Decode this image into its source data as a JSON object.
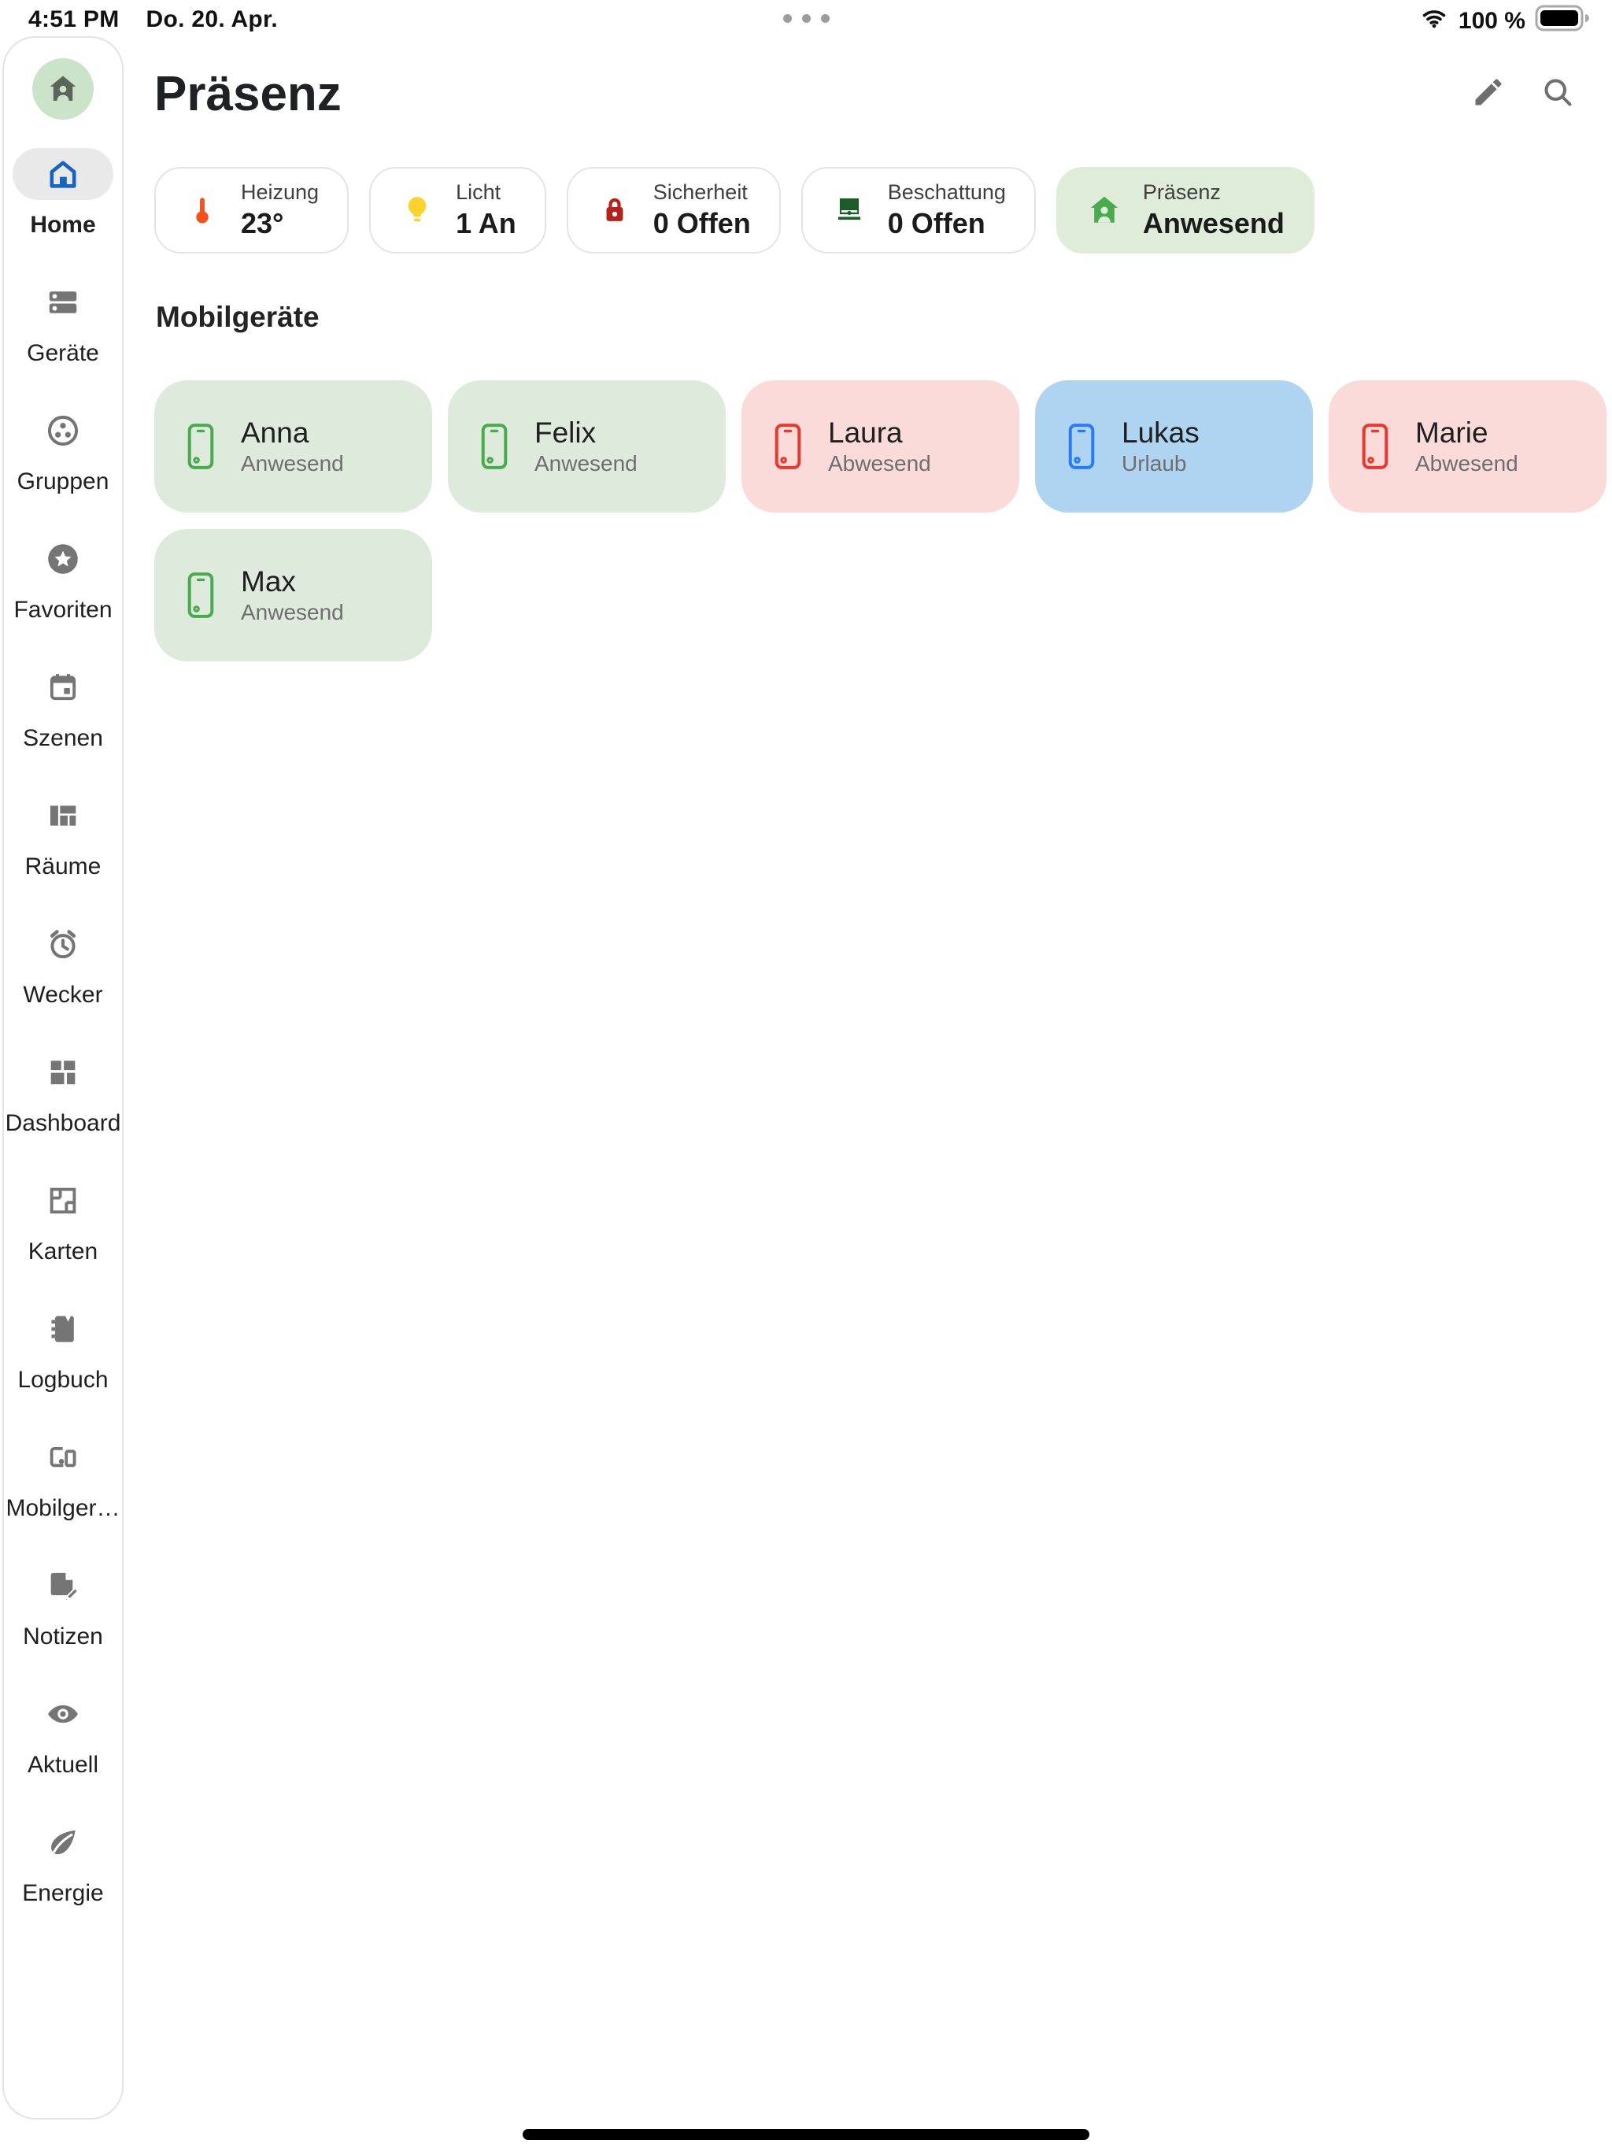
{
  "status_bar": {
    "time": "4:51 PM",
    "date": "Do. 20. Apr.",
    "battery": "100 %",
    "icons": [
      "wifi-icon",
      "battery-icon"
    ],
    "center_icon": "multitask-ellipsis"
  },
  "sidebar": {
    "avatar_icon": "home-person-icon",
    "items": [
      {
        "label": "Home",
        "icon": "home-icon",
        "active": true
      },
      {
        "label": "Geräte",
        "icon": "devices-stack-icon",
        "active": false
      },
      {
        "label": "Gruppen",
        "icon": "groups-circle-icon",
        "active": false
      },
      {
        "label": "Favoriten",
        "icon": "star-circle-icon",
        "active": false
      },
      {
        "label": "Szenen",
        "icon": "calendar-event-icon",
        "active": false
      },
      {
        "label": "Räume",
        "icon": "rooms-quilt-icon",
        "active": false
      },
      {
        "label": "Wecker",
        "icon": "alarm-clock-icon",
        "active": false
      },
      {
        "label": "Dashboard",
        "icon": "dashboard-grid-icon",
        "active": false
      },
      {
        "label": "Karten",
        "icon": "floorplan-icon",
        "active": false
      },
      {
        "label": "Logbuch",
        "icon": "notebook-icon",
        "active": false
      },
      {
        "label": "Mobilger…",
        "icon": "mobile-devices-icon",
        "active": false
      },
      {
        "label": "Notizen",
        "icon": "note-pencil-icon",
        "active": false
      },
      {
        "label": "Aktuell",
        "icon": "eye-icon",
        "active": false
      },
      {
        "label": "Energie",
        "icon": "leaf-icon",
        "active": false
      }
    ]
  },
  "header": {
    "title": "Präsenz",
    "actions": [
      {
        "name": "edit",
        "icon": "pencil-icon"
      },
      {
        "name": "search",
        "icon": "search-icon"
      }
    ]
  },
  "chips": [
    {
      "label": "Heizung",
      "value": "23°",
      "icon": "thermometer-icon",
      "icon_color": "#f4511e",
      "highlighted": false
    },
    {
      "label": "Licht",
      "value": "1 An",
      "icon": "bulb-icon",
      "icon_color": "#fdd22e",
      "highlighted": false
    },
    {
      "label": "Sicherheit",
      "value": "0 Offen",
      "icon": "lock-icon",
      "icon_color": "#b3231c",
      "highlighted": false
    },
    {
      "label": "Beschattung",
      "value": "0 Offen",
      "icon": "shade-icon",
      "icon_color": "#1d5c28",
      "highlighted": false
    },
    {
      "label": "Präsenz",
      "value": "Anwesend",
      "icon": "home-person-icon",
      "icon_color": "#4aab4e",
      "highlighted": true
    }
  ],
  "section": {
    "title": "Mobilgeräte"
  },
  "devices": [
    {
      "name": "Anna",
      "status": "Anwesend",
      "state": "present"
    },
    {
      "name": "Felix",
      "status": "Anwesend",
      "state": "present"
    },
    {
      "name": "Laura",
      "status": "Abwesend",
      "state": "absent"
    },
    {
      "name": "Lukas",
      "status": "Urlaub",
      "state": "vacation"
    },
    {
      "name": "Marie",
      "status": "Abwesend",
      "state": "absent"
    },
    {
      "name": "Max",
      "status": "Anwesend",
      "state": "present"
    }
  ],
  "colors": {
    "present_bg": "#deebdc",
    "absent_bg": "#fadbd9",
    "vacation_bg": "#aed4f1",
    "present_accent": "#4aab4e",
    "absent_accent": "#e8392f",
    "vacation_accent": "#2b7bf3",
    "chip_highlight_bg": "#dfecd9",
    "active_nav_blue": "#1565c0",
    "sidebar_icon_gray": "#757575"
  }
}
